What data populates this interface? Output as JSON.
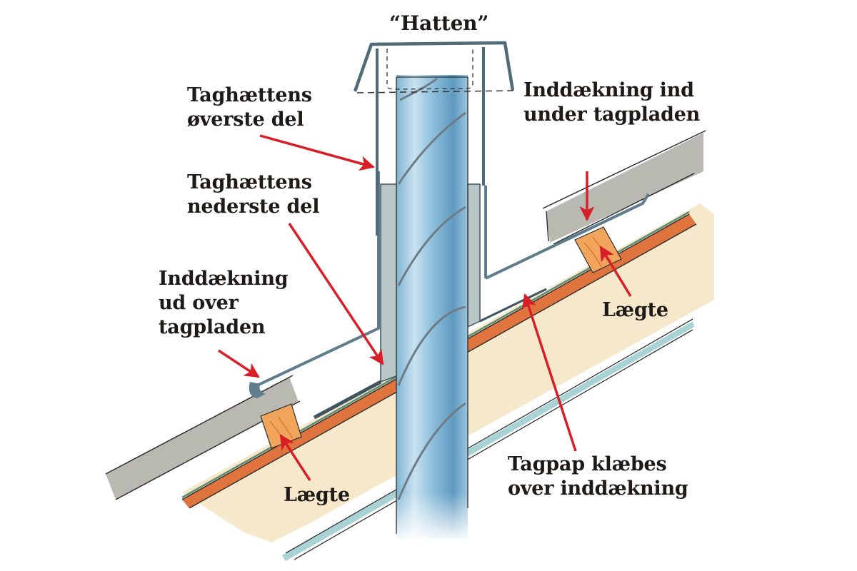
{
  "diagram": {
    "title": "“Hatten”",
    "colors": {
      "arrow": "#d81e27",
      "pipe": "#a9cfe4",
      "pipe_dark": "#6fa3c6",
      "flashing": "#5f7d8c",
      "roof_sheet": "#b9b9b1",
      "batten": "#f0a45c",
      "rafter": "#e0743f",
      "insulation": "#f6e7c8",
      "membrane": "#5d8a72",
      "ceiling": "#a8d2d3"
    },
    "labels": {
      "hat_top": {
        "lines": [
          "Taghættens",
          "øverste del"
        ]
      },
      "hat_bottom": {
        "lines": [
          "Taghættens",
          "nederste del"
        ]
      },
      "flashing_under": {
        "lines": [
          "Inddækning ind",
          "under tagpladen"
        ]
      },
      "flashing_over": {
        "lines": [
          "Inddækning",
          "ud over",
          "tagpladen"
        ]
      },
      "batten_left": {
        "lines": [
          "Lægte"
        ]
      },
      "batten_right": {
        "lines": [
          "Lægte"
        ]
      },
      "membrane": {
        "lines": [
          "Tagpap klæbes",
          "over inddækning"
        ]
      }
    }
  }
}
